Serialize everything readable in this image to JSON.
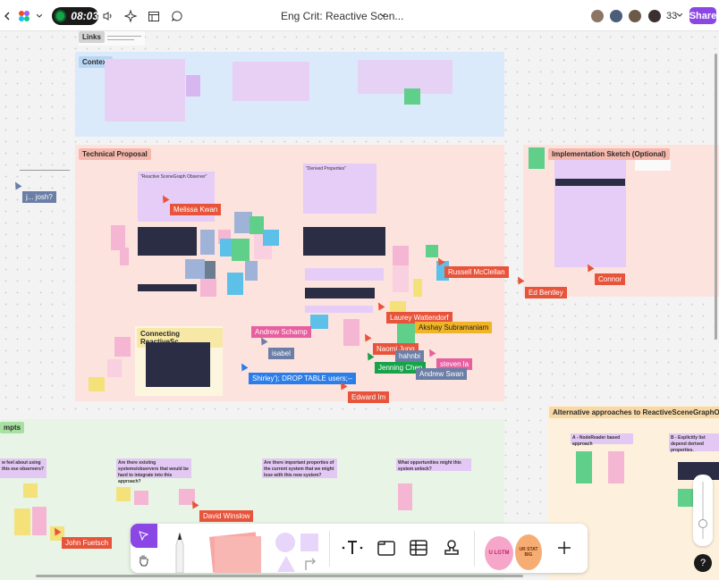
{
  "header": {
    "title": "Eng Crit: Reactive Scen...",
    "timer": "08:03",
    "share_label": "Share",
    "participant_count": "33",
    "icons": {
      "back": "chevron-left-icon",
      "app": "figjam-logo-icon",
      "menu_caret": "chevron-down-icon",
      "sound": "speaker-icon",
      "ai": "sparkle-icon",
      "layout": "layout-icon",
      "chat": "chat-icon"
    }
  },
  "sections": {
    "links": "Links",
    "context": "Context",
    "technical_proposal": "Technical Proposal",
    "implementation_sketch": "Implementation Sketch (Optional)",
    "alternative_approaches": "Alternative approaches to ReactiveSceneGraphObserv",
    "prompts": "mpts",
    "connecting": "Connecting ReactiveSc..."
  },
  "docs": {
    "reactive_observer_title": "\"Reactive SceneGraph Observer\"",
    "derived_properties_title": "\"Derived Properties\"",
    "alt_a": "A - NodeReader based approach",
    "alt_b": "B - Explicitly list depend derived properties."
  },
  "questions": {
    "q1": "w feel about using this ese observers?",
    "q2": "Are there existing systems/observers that would be hard to integrate into this approach?",
    "q3": "Are there important properties of the current system that we might lose with this new system?",
    "q4": "What opportunities might this system unlock?"
  },
  "cursors": [
    {
      "name": "j... josh?",
      "color": "#6b7ea6"
    },
    {
      "name": "Melissa Kwan",
      "color": "#e8543b"
    },
    {
      "name": "Russell McClellan",
      "color": "#e8543b"
    },
    {
      "name": "Connor",
      "color": "#e8543b"
    },
    {
      "name": "Ed Bentley",
      "color": "#e8543b"
    },
    {
      "name": "Andrew Schamp",
      "color": "#e85fa0"
    },
    {
      "name": "isabel",
      "color": "#6b7ea6"
    },
    {
      "name": "Laurey Wattendorf",
      "color": "#e8543b"
    },
    {
      "name": "Akshay Subramaniam",
      "color": "#f0b429"
    },
    {
      "name": "Naomi Jung",
      "color": "#e8543b"
    },
    {
      "name": "hahnbi",
      "color": "#6b7ea6"
    },
    {
      "name": "steven la",
      "color": "#e85fa0"
    },
    {
      "name": "Jenning Chen",
      "color": "#17a34a"
    },
    {
      "name": "Andrew Swan",
      "color": "#6b7ea6"
    },
    {
      "name": "Shirley'); DROP TABLE users;--",
      "color": "#2b7de9"
    },
    {
      "name": "Edward Im",
      "color": "#e8543b"
    },
    {
      "name": "David Winslow",
      "color": "#e8543b"
    },
    {
      "name": "John Fuetsch",
      "color": "#e8543b"
    }
  ],
  "toolbar": {
    "tools": [
      "select-tool",
      "hand-tool",
      "marker-tool",
      "sticky-note-tool",
      "shape-tool",
      "connector-tool",
      "text-tool",
      "section-tool",
      "table-tool",
      "stamp-tool",
      "stickers-tool",
      "add-tool"
    ],
    "sticker_text_1": "U LGTM",
    "sticker_text_2": "UR STAT BIG"
  },
  "help_label": "?",
  "colors": {
    "accent": "#8b46e6",
    "context_bg": "#dbeafb",
    "proposal_bg": "#fce3de",
    "prompts_bg": "#e8f5e6",
    "alt_bg": "#fdf0dc"
  }
}
